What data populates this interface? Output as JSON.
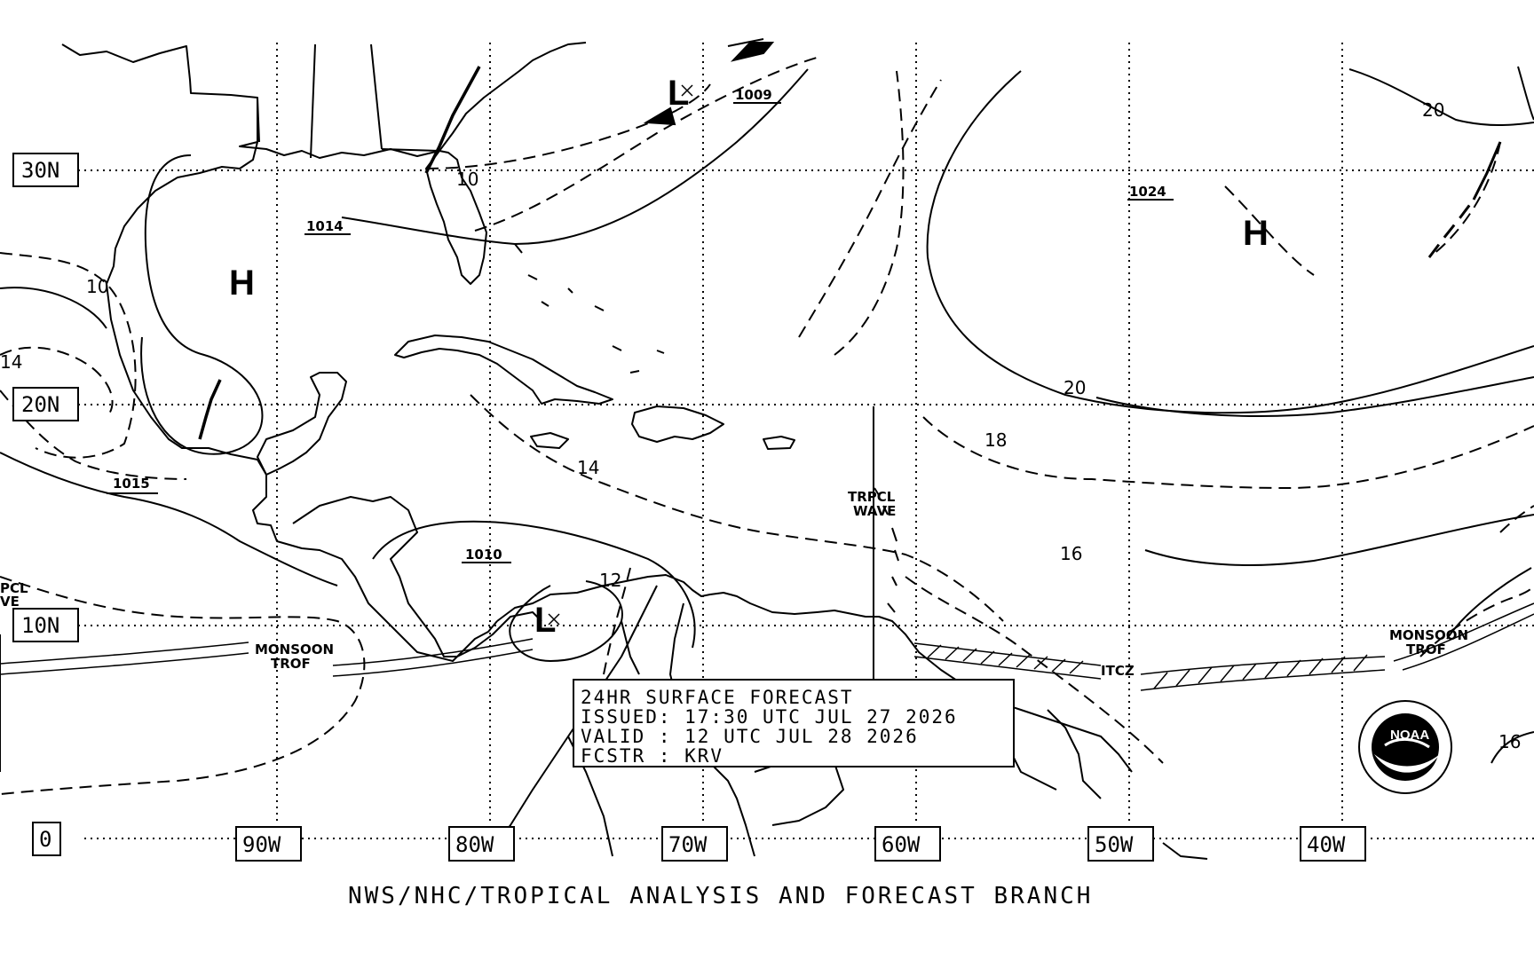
{
  "lat_labels": [
    "30N",
    "20N",
    "10N",
    "0"
  ],
  "lon_labels": [
    "90W",
    "80W",
    "70W",
    "60W",
    "50W",
    "40W"
  ],
  "pressure_centers": [
    {
      "type": "H"
    },
    {
      "type": "H"
    },
    {
      "type": "H"
    },
    {
      "type": "L"
    },
    {
      "type": "L"
    }
  ],
  "pressure_values": [
    "1009",
    "1014",
    "1024",
    "1015",
    "1010"
  ],
  "isobar_labels": [
    "10",
    "10",
    "14",
    "20",
    "20",
    "18",
    "14",
    "16",
    "12",
    "16"
  ],
  "features": {
    "tropical_wave": [
      "TRPCL",
      "WAVE"
    ],
    "tropical_wave_left": [
      "PCL",
      "VE"
    ],
    "monsoon_trof_west": [
      "MONSOON",
      "TROF"
    ],
    "monsoon_trof_east": [
      "MONSOON",
      "TROF"
    ],
    "itcz": "ITCZ"
  },
  "info_box": {
    "line1": "24HR SURFACE FORECAST",
    "line2": "ISSUED: 17:30 UTC JUL 27 2026",
    "line3": "VALID : 12 UTC JUL 28 2026",
    "line4": "FCSTR : KRV"
  },
  "footer": "NWS/NHC/TROPICAL ANALYSIS AND FORECAST BRANCH",
  "logo": {
    "text": "NOAA"
  },
  "colors": {
    "ink": "#000000",
    "background": "#ffffff"
  }
}
